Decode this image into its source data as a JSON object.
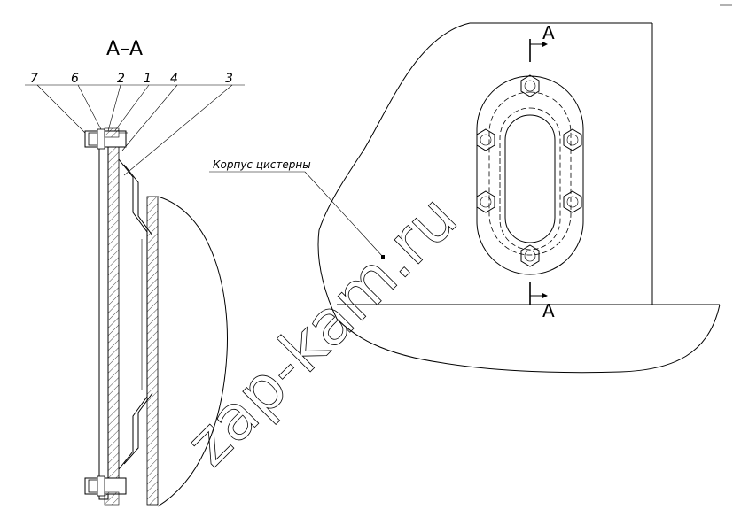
{
  "section_title": "A–A",
  "part_labels": [
    "7",
    "6",
    "2",
    "1",
    "4",
    "3"
  ],
  "callout_text": "Корпус цистерны",
  "section_marker_top": "A",
  "section_marker_bottom": "A",
  "watermark_text": "zap-kam.ru"
}
